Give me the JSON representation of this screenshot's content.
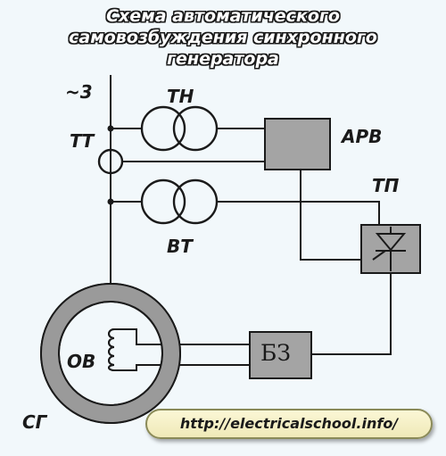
{
  "title": {
    "line1": "Схема автоматического",
    "line2": "самовозбуждения синхронного",
    "line3": "генератора"
  },
  "labels": {
    "phase": "~3",
    "tt": "ТТ",
    "tn": "ТН",
    "arv": "АРВ",
    "tp": "ТП",
    "vt": "ВТ",
    "ov": "ОВ",
    "sg": "СГ",
    "bz": "БЗ"
  },
  "source_url": "http://electricalschool.info/",
  "colors": {
    "line": "#1a1a1a",
    "stator_ring": "#9a9a9a",
    "block_fill": "#a4a4a4",
    "background": "#f2f8fb"
  }
}
